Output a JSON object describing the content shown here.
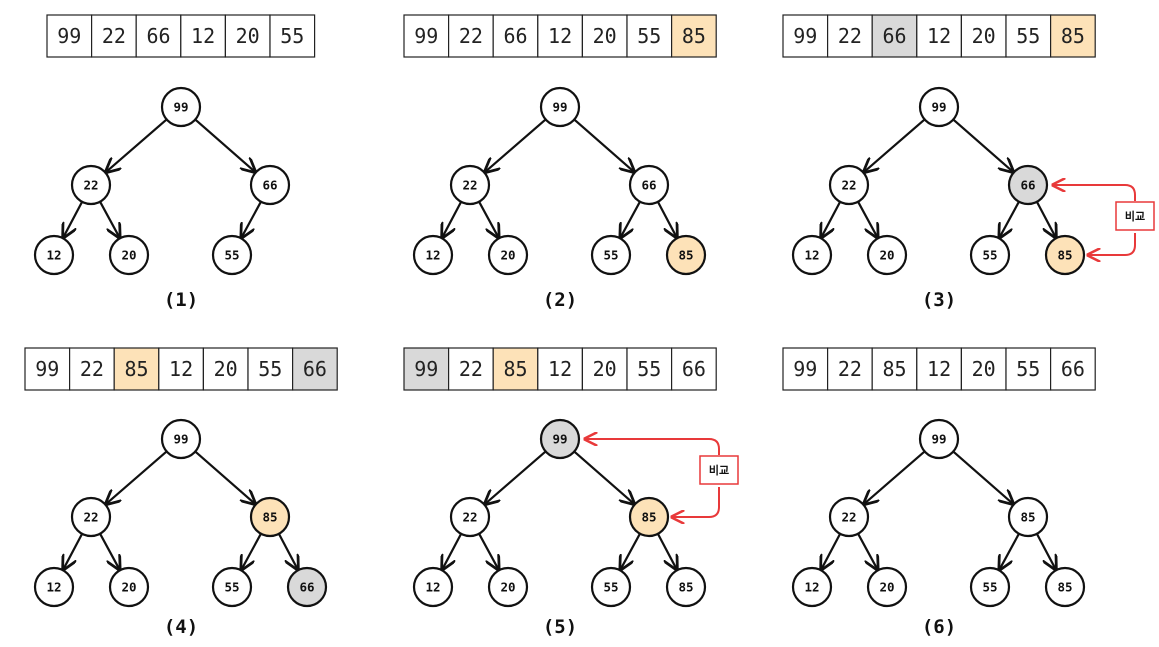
{
  "colors": {
    "highlight": "#fde2b8",
    "compare": "#d9d9d9",
    "normal": "#ffffff",
    "stroke": "#111111",
    "annotation": "#e8393a"
  },
  "panels": [
    {
      "label": "(1)",
      "array": [
        {
          "v": "99",
          "s": "normal"
        },
        {
          "v": "22",
          "s": "normal"
        },
        {
          "v": "66",
          "s": "normal"
        },
        {
          "v": "12",
          "s": "normal"
        },
        {
          "v": "20",
          "s": "normal"
        },
        {
          "v": "55",
          "s": "normal"
        }
      ],
      "nodes": [
        {
          "v": "99",
          "s": "normal"
        },
        {
          "v": "22",
          "s": "normal"
        },
        {
          "v": "66",
          "s": "normal"
        },
        {
          "v": "12",
          "s": "normal"
        },
        {
          "v": "20",
          "s": "normal"
        },
        {
          "v": "55",
          "s": "normal"
        }
      ],
      "note": null
    },
    {
      "label": "(2)",
      "array": [
        {
          "v": "99",
          "s": "normal"
        },
        {
          "v": "22",
          "s": "normal"
        },
        {
          "v": "66",
          "s": "normal"
        },
        {
          "v": "12",
          "s": "normal"
        },
        {
          "v": "20",
          "s": "normal"
        },
        {
          "v": "55",
          "s": "normal"
        },
        {
          "v": "85",
          "s": "highlight"
        }
      ],
      "nodes": [
        {
          "v": "99",
          "s": "normal"
        },
        {
          "v": "22",
          "s": "normal"
        },
        {
          "v": "66",
          "s": "normal"
        },
        {
          "v": "12",
          "s": "normal"
        },
        {
          "v": "20",
          "s": "normal"
        },
        {
          "v": "55",
          "s": "normal"
        },
        {
          "v": "85",
          "s": "highlight"
        }
      ],
      "note": null
    },
    {
      "label": "(3)",
      "array": [
        {
          "v": "99",
          "s": "normal"
        },
        {
          "v": "22",
          "s": "normal"
        },
        {
          "v": "66",
          "s": "compare"
        },
        {
          "v": "12",
          "s": "normal"
        },
        {
          "v": "20",
          "s": "normal"
        },
        {
          "v": "55",
          "s": "normal"
        },
        {
          "v": "85",
          "s": "highlight"
        }
      ],
      "nodes": [
        {
          "v": "99",
          "s": "normal"
        },
        {
          "v": "22",
          "s": "normal"
        },
        {
          "v": "66",
          "s": "compare"
        },
        {
          "v": "12",
          "s": "normal"
        },
        {
          "v": "20",
          "s": "normal"
        },
        {
          "v": "55",
          "s": "normal"
        },
        {
          "v": "85",
          "s": "highlight"
        }
      ],
      "note": {
        "text": "비교",
        "from": 2,
        "to": 6
      }
    },
    {
      "label": "(4)",
      "array": [
        {
          "v": "99",
          "s": "normal"
        },
        {
          "v": "22",
          "s": "normal"
        },
        {
          "v": "85",
          "s": "highlight"
        },
        {
          "v": "12",
          "s": "normal"
        },
        {
          "v": "20",
          "s": "normal"
        },
        {
          "v": "55",
          "s": "normal"
        },
        {
          "v": "66",
          "s": "compare"
        }
      ],
      "nodes": [
        {
          "v": "99",
          "s": "normal"
        },
        {
          "v": "22",
          "s": "normal"
        },
        {
          "v": "85",
          "s": "highlight"
        },
        {
          "v": "12",
          "s": "normal"
        },
        {
          "v": "20",
          "s": "normal"
        },
        {
          "v": "55",
          "s": "normal"
        },
        {
          "v": "66",
          "s": "compare"
        }
      ],
      "note": null
    },
    {
      "label": "(5)",
      "array": [
        {
          "v": "99",
          "s": "compare"
        },
        {
          "v": "22",
          "s": "normal"
        },
        {
          "v": "85",
          "s": "highlight"
        },
        {
          "v": "12",
          "s": "normal"
        },
        {
          "v": "20",
          "s": "normal"
        },
        {
          "v": "55",
          "s": "normal"
        },
        {
          "v": "66",
          "s": "normal"
        }
      ],
      "nodes": [
        {
          "v": "99",
          "s": "compare"
        },
        {
          "v": "22",
          "s": "normal"
        },
        {
          "v": "85",
          "s": "highlight"
        },
        {
          "v": "12",
          "s": "normal"
        },
        {
          "v": "20",
          "s": "normal"
        },
        {
          "v": "55",
          "s": "normal"
        },
        {
          "v": "85",
          "s": "normal"
        }
      ],
      "note": {
        "text": "비교",
        "from": 0,
        "to": 2
      }
    },
    {
      "label": "(6)",
      "array": [
        {
          "v": "99",
          "s": "normal"
        },
        {
          "v": "22",
          "s": "normal"
        },
        {
          "v": "85",
          "s": "normal"
        },
        {
          "v": "12",
          "s": "normal"
        },
        {
          "v": "20",
          "s": "normal"
        },
        {
          "v": "55",
          "s": "normal"
        },
        {
          "v": "66",
          "s": "normal"
        }
      ],
      "nodes": [
        {
          "v": "99",
          "s": "normal"
        },
        {
          "v": "22",
          "s": "normal"
        },
        {
          "v": "85",
          "s": "normal"
        },
        {
          "v": "12",
          "s": "normal"
        },
        {
          "v": "20",
          "s": "normal"
        },
        {
          "v": "55",
          "s": "normal"
        },
        {
          "v": "85",
          "s": "normal"
        }
      ],
      "note": null
    }
  ]
}
